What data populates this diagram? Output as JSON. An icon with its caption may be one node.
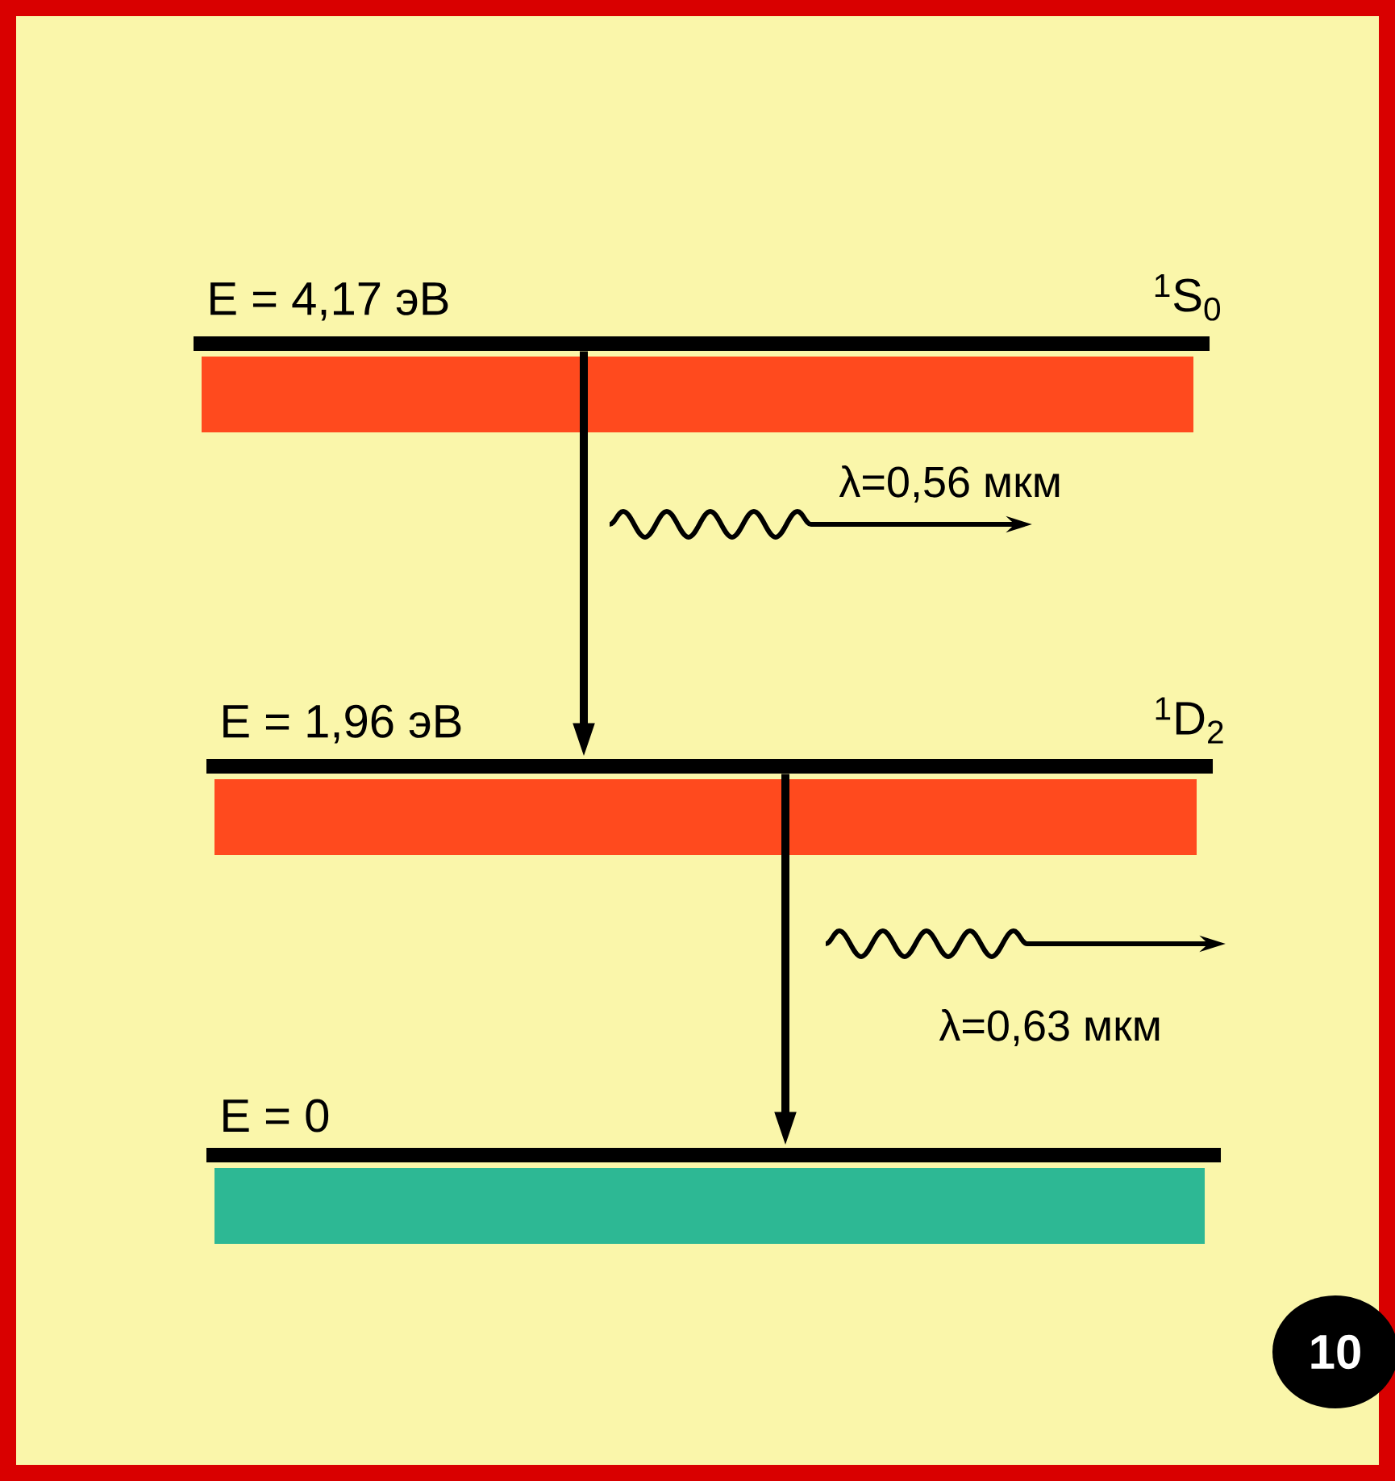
{
  "diagram": {
    "nodes": [
      {
        "text": [
          "E = 4,17 эВ",
          "$^{1}$S$_{0}$"
        ]
      },
      {
        "text": [
          "E = 1,96 эВ",
          "$^{1}$D$_{2}$"
        ]
      },
      {
        "text": [
          "E = 0"
        ]
      }
    ],
    "edges": [
      {
        "from": 0,
        "to": 1,
        "arrow": "to"
      },
      {
        "from": 1,
        "to": 2,
        "arrow": "to"
      }
    ],
    "labels": [
      "λ=0,56 мкм",
      "λ=0,63 мкм",
      "10"
    ]
  }
}
